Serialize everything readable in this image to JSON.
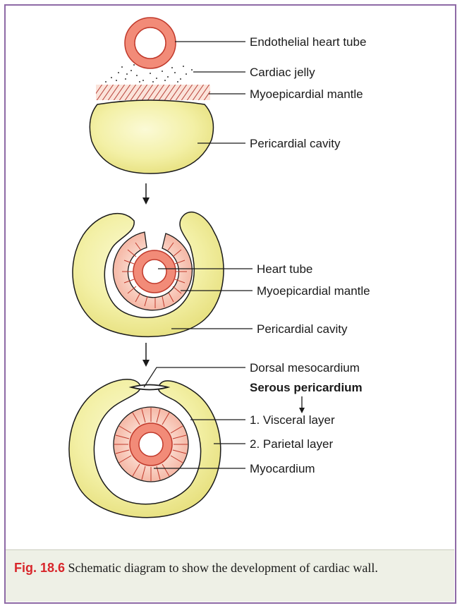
{
  "labels": {
    "endothelial_heart_tube": "Endothelial heart tube",
    "cardiac_jelly": "Cardiac jelly",
    "myoepicardial_mantle_1": "Myoepicardial mantle",
    "pericardial_cavity_1": "Pericardial cavity",
    "heart_tube": "Heart tube",
    "myoepicardial_mantle_2": "Myoepicardial mantle",
    "pericardial_cavity_2": "Pericardial cavity",
    "dorsal_mesocardium": "Dorsal mesocardium",
    "serous_pericardium": "Serous pericardium",
    "visceral_layer": "1. Visceral layer",
    "parietal_layer": "2. Parietal layer",
    "myocardium": "Myocardium"
  },
  "caption": {
    "figure_number": "Fig. 18.6",
    "text": " Schematic diagram to show the development of cardiac wall."
  },
  "colors": {
    "border": "#8e6aa6",
    "tube_fill": "#f28b78",
    "tube_stroke": "#c0392b",
    "mantle_fill": "#f7c4b4",
    "pericardium_fill": "#f3f0a6",
    "caption_bg": "#eef0e6",
    "figure_number": "#d8262b"
  }
}
